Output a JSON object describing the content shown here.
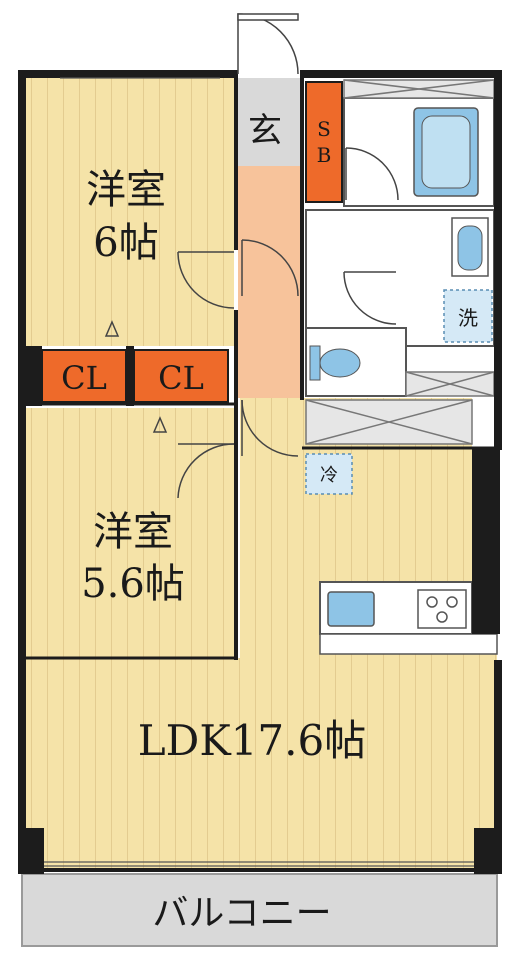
{
  "rooms": {
    "bedroom1": {
      "name": "洋室",
      "size": "6帖"
    },
    "bedroom2": {
      "name": "洋室",
      "size": "5.6帖"
    },
    "ldk": {
      "label": "LDK17.6帖"
    },
    "entrance": {
      "label": "玄"
    },
    "shoe_box": {
      "label_top": "S",
      "label_bottom": "B"
    },
    "closet1": {
      "label": "CL"
    },
    "closet2": {
      "label": "CL"
    },
    "balcony": {
      "label": "バルコニー"
    },
    "washer": {
      "label": "洗"
    },
    "fridge": {
      "label": "冷"
    }
  },
  "colors": {
    "floor": "#f5e3a8",
    "floor_lines": "#e0c98a",
    "hall": "#f7c39b",
    "storage": "#ee6a2a",
    "wet": "#ffffff",
    "wall": "#1c1c1c",
    "balcony": "#d9d9d9",
    "fixture_blue": "#8ec4e6"
  }
}
